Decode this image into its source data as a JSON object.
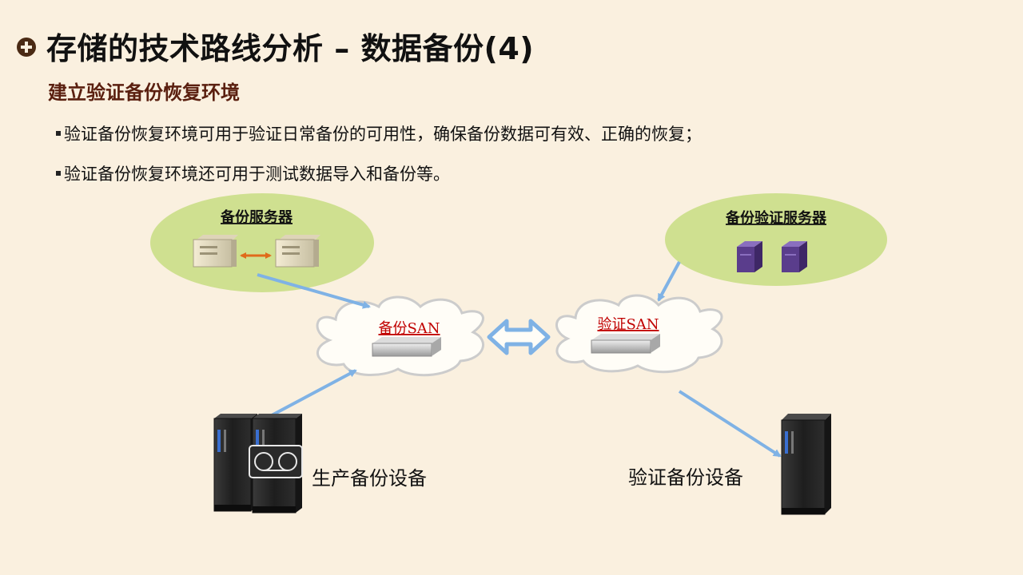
{
  "header": {
    "title": "存储的技术路线分析 – 数据备份(4)",
    "subtitle": "建立验证备份恢复环境"
  },
  "bullets": [
    "验证备份恢复环境可用于验证日常备份的可用性，确保备份数据可有效、正确的恢复；",
    "验证备份恢复环境还可用于测试数据导入和备份等。"
  ],
  "diagram": {
    "backup_server_group_label": "备份服务器",
    "verify_server_group_label": "备份验证服务器",
    "backup_san_label": "备份SAN",
    "verify_san_label": "验证SAN",
    "production_storage_label": "生产备份设备",
    "verify_storage_label": "验证备份设备"
  },
  "colors": {
    "background": "#faf0df",
    "subtitle": "#5a1f0f",
    "group_ellipse": "#cfe090",
    "san_label": "#c00000",
    "arrow_blue": "#7fb2e5",
    "arrow_orange": "#e06a1b",
    "server_purple": "#5a3d8c"
  },
  "icons": [
    "plus-circle-icon",
    "server-icon",
    "san-switch-icon",
    "storage-rack-icon",
    "tape-library-icon"
  ]
}
